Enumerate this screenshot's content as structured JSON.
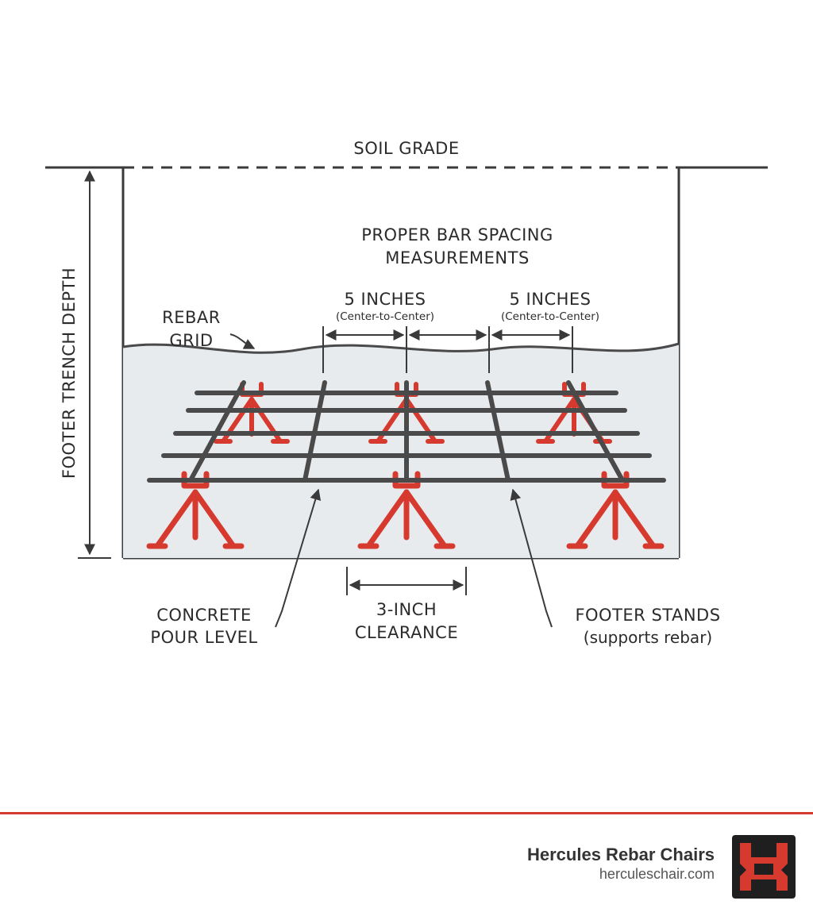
{
  "labels": {
    "soil_grade": "SOIL GRADE",
    "trench_depth": "FOOTER TRENCH DEPTH",
    "spacing_title_1": "PROPER BAR SPACING",
    "spacing_title_2": "MEASUREMENTS",
    "spacing_left": "5 INCHES",
    "spacing_left_sub": "(Center-to-Center)",
    "spacing_right": "5 INCHES",
    "spacing_right_sub": "(Center-to-Center)",
    "rebar_grid_1": "REBAR",
    "rebar_grid_2": "GRID",
    "concrete_1": "CONCRETE",
    "concrete_2": "POUR LEVEL",
    "clearance_1": "3-INCH",
    "clearance_2": "CLEARANCE",
    "stands_1": "FOOTER STANDS",
    "stands_2": "(supports rebar)"
  },
  "colors": {
    "line": "#3a3a3a",
    "concrete": "#e8ebee",
    "stand": "#d63a2f",
    "rebar": "#4a4a4a"
  },
  "brand": {
    "name": "Hercules Rebar Chairs",
    "url": "herculeschair.com",
    "logo_icon": "hercules-logo-icon"
  }
}
